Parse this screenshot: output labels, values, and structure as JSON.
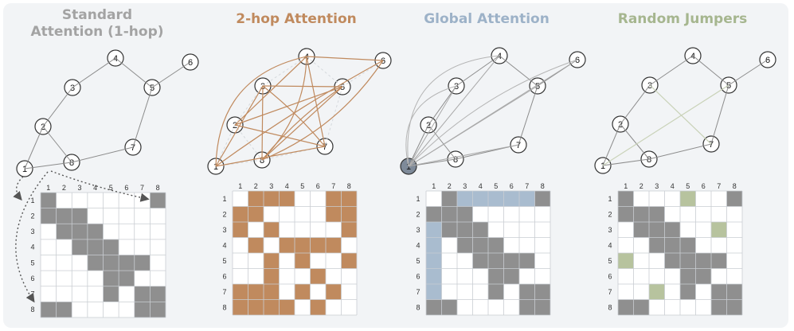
{
  "panels": [
    {
      "key": "standard",
      "title_lines": [
        "Standard",
        "Attention (1-hop)"
      ],
      "title_color": "#a3a3a3",
      "fill_color": "#8f8f8f",
      "node_labels": [
        "1",
        "2",
        "3",
        "4",
        "5",
        "6",
        "7",
        "8"
      ],
      "highlight_node": "",
      "edges": [
        [
          "1",
          "2"
        ],
        [
          "2",
          "3"
        ],
        [
          "3",
          "4"
        ],
        [
          "4",
          "5"
        ],
        [
          "5",
          "6"
        ],
        [
          "5",
          "7"
        ],
        [
          "7",
          "8"
        ],
        [
          "8",
          "1"
        ],
        [
          "2",
          "8"
        ]
      ],
      "edge_style": "gray",
      "matrix_cols": [
        "1",
        "2",
        "3",
        "4",
        "5",
        "6",
        "7",
        "8"
      ],
      "matrix_rows": [
        "1",
        "2",
        "3",
        "4",
        "5",
        "6",
        "7",
        "8"
      ],
      "matrix": [
        "10000001",
        "11100000",
        "01110000",
        "00111000",
        "00011110",
        "00001100",
        "00001011",
        "11000011"
      ]
    },
    {
      "key": "two_hop",
      "title_lines": [
        "2-hop Attention"
      ],
      "title_color": "#c08a5e",
      "fill_color": "#c08a5e",
      "node_labels": [
        "1",
        "2",
        "3",
        "4",
        "5",
        "6",
        "7",
        "8"
      ],
      "highlight_node": "",
      "edge_style": "brown",
      "matrix_cols": [
        "1",
        "2",
        "3",
        "4",
        "5",
        "6",
        "7",
        "8"
      ],
      "matrix_rows": [
        "1",
        "2",
        "3",
        "4",
        "5",
        "6",
        "7",
        "8"
      ],
      "matrix": [
        "01110011",
        "11000011",
        "10100001",
        "01011110",
        "00101001",
        "00100100",
        "11101010",
        "11110100"
      ]
    },
    {
      "key": "global",
      "title_lines": [
        "Global Attention"
      ],
      "title_color": "#9db2c8",
      "fill_color": "#8f8f8f",
      "accent_color": "#a9bccf",
      "node_labels": [
        "1",
        "2",
        "3",
        "4",
        "5",
        "6",
        "7",
        "8"
      ],
      "highlight_node": "1",
      "edge_style": "global",
      "matrix_cols": [
        "1",
        "2",
        "3",
        "4",
        "5",
        "6",
        "7",
        "8"
      ],
      "matrix_rows": [
        "1",
        "2",
        "3",
        "4",
        "5",
        "6",
        "7",
        "8"
      ],
      "matrix": [
        "01000001",
        "11100000",
        "01110000",
        "00111000",
        "00011110",
        "00001100",
        "00001011",
        "11000011"
      ],
      "accent_row": "1",
      "accent_col": "1"
    },
    {
      "key": "random",
      "title_lines": [
        "Random Jumpers"
      ],
      "title_color": "#a6b68f",
      "fill_color": "#8f8f8f",
      "accent_color": "#b7c39e",
      "node_labels": [
        "1",
        "2",
        "3",
        "4",
        "5",
        "6",
        "7",
        "8"
      ],
      "highlight_node": "",
      "edge_style": "random",
      "matrix_cols": [
        "1",
        "2",
        "3",
        "4",
        "5",
        "6",
        "7",
        "8"
      ],
      "matrix_rows": [
        "1",
        "2",
        "3",
        "4",
        "5",
        "6",
        "7",
        "8"
      ],
      "matrix": [
        "10000001",
        "11100000",
        "01110000",
        "00111000",
        "00011110",
        "00001100",
        "00001011",
        "11000011"
      ],
      "accent_cells": [
        [
          1,
          5
        ],
        [
          3,
          7
        ],
        [
          5,
          1
        ],
        [
          7,
          3
        ]
      ]
    }
  ]
}
